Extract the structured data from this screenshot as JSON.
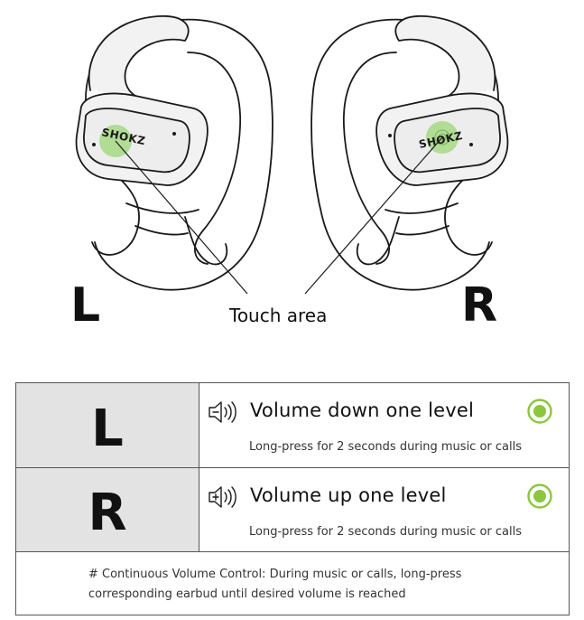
{
  "illustration": {
    "brand_left": "SHOKZ",
    "brand_right": "SHOKZ",
    "left_label": "L",
    "right_label": "R",
    "touch_label": "Touch area"
  },
  "colors": {
    "touch_area": "#a9d98a",
    "indicator": "#8cc63f",
    "side_cell_bg": "#e3e3e3",
    "line": "#1a1a1a"
  },
  "table": {
    "rows": [
      {
        "side": "L",
        "icon": "volume-down-icon",
        "title": "Volume down one level",
        "description": "Long-press for 2 seconds during music or calls",
        "indicator": "green-dot-icon"
      },
      {
        "side": "R",
        "icon": "volume-up-icon",
        "title": "Volume up one level",
        "description": "Long-press for 2 seconds during music or calls",
        "indicator": "green-dot-icon"
      }
    ],
    "note": "# Continuous Volume Control: During music or calls, long-press corresponding earbud until desired volume is reached"
  }
}
